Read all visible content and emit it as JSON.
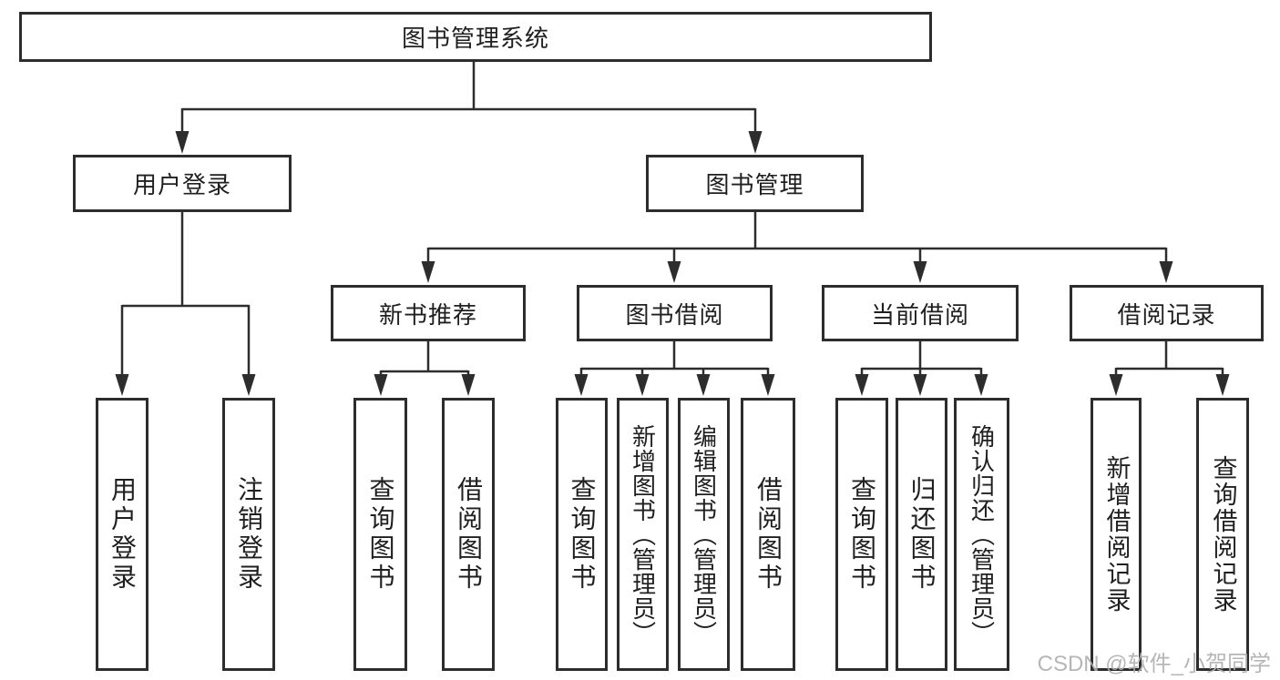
{
  "diagram": {
    "title": "图书管理系统",
    "level2": {
      "user_login": "用户登录",
      "book_management": "图书管理"
    },
    "level3": {
      "new_book_recommend": "新书推荐",
      "book_borrow": "图书借阅",
      "current_borrow": "当前借阅",
      "borrow_record": "借阅记录"
    },
    "leaves": {
      "user_login_children": [
        "用户登录",
        "注销登录"
      ],
      "new_book_recommend_children": [
        "查询图书",
        "借阅图书"
      ],
      "book_borrow_children": [
        "查询图书",
        "新增图书（管理员）",
        "编辑图书（管理员）",
        "借阅图书"
      ],
      "current_borrow_children": [
        "查询图书",
        "归还图书",
        "确认归还（管理员）"
      ],
      "borrow_record_children": [
        "新增借阅记录",
        "查询借阅记录"
      ]
    }
  },
  "watermark": "CSDN @软件_小贺同学",
  "colors": {
    "line": "#2d2d2d",
    "text": "#1f1f1f",
    "watermark": "#b0b0b0",
    "background": "#ffffff"
  }
}
